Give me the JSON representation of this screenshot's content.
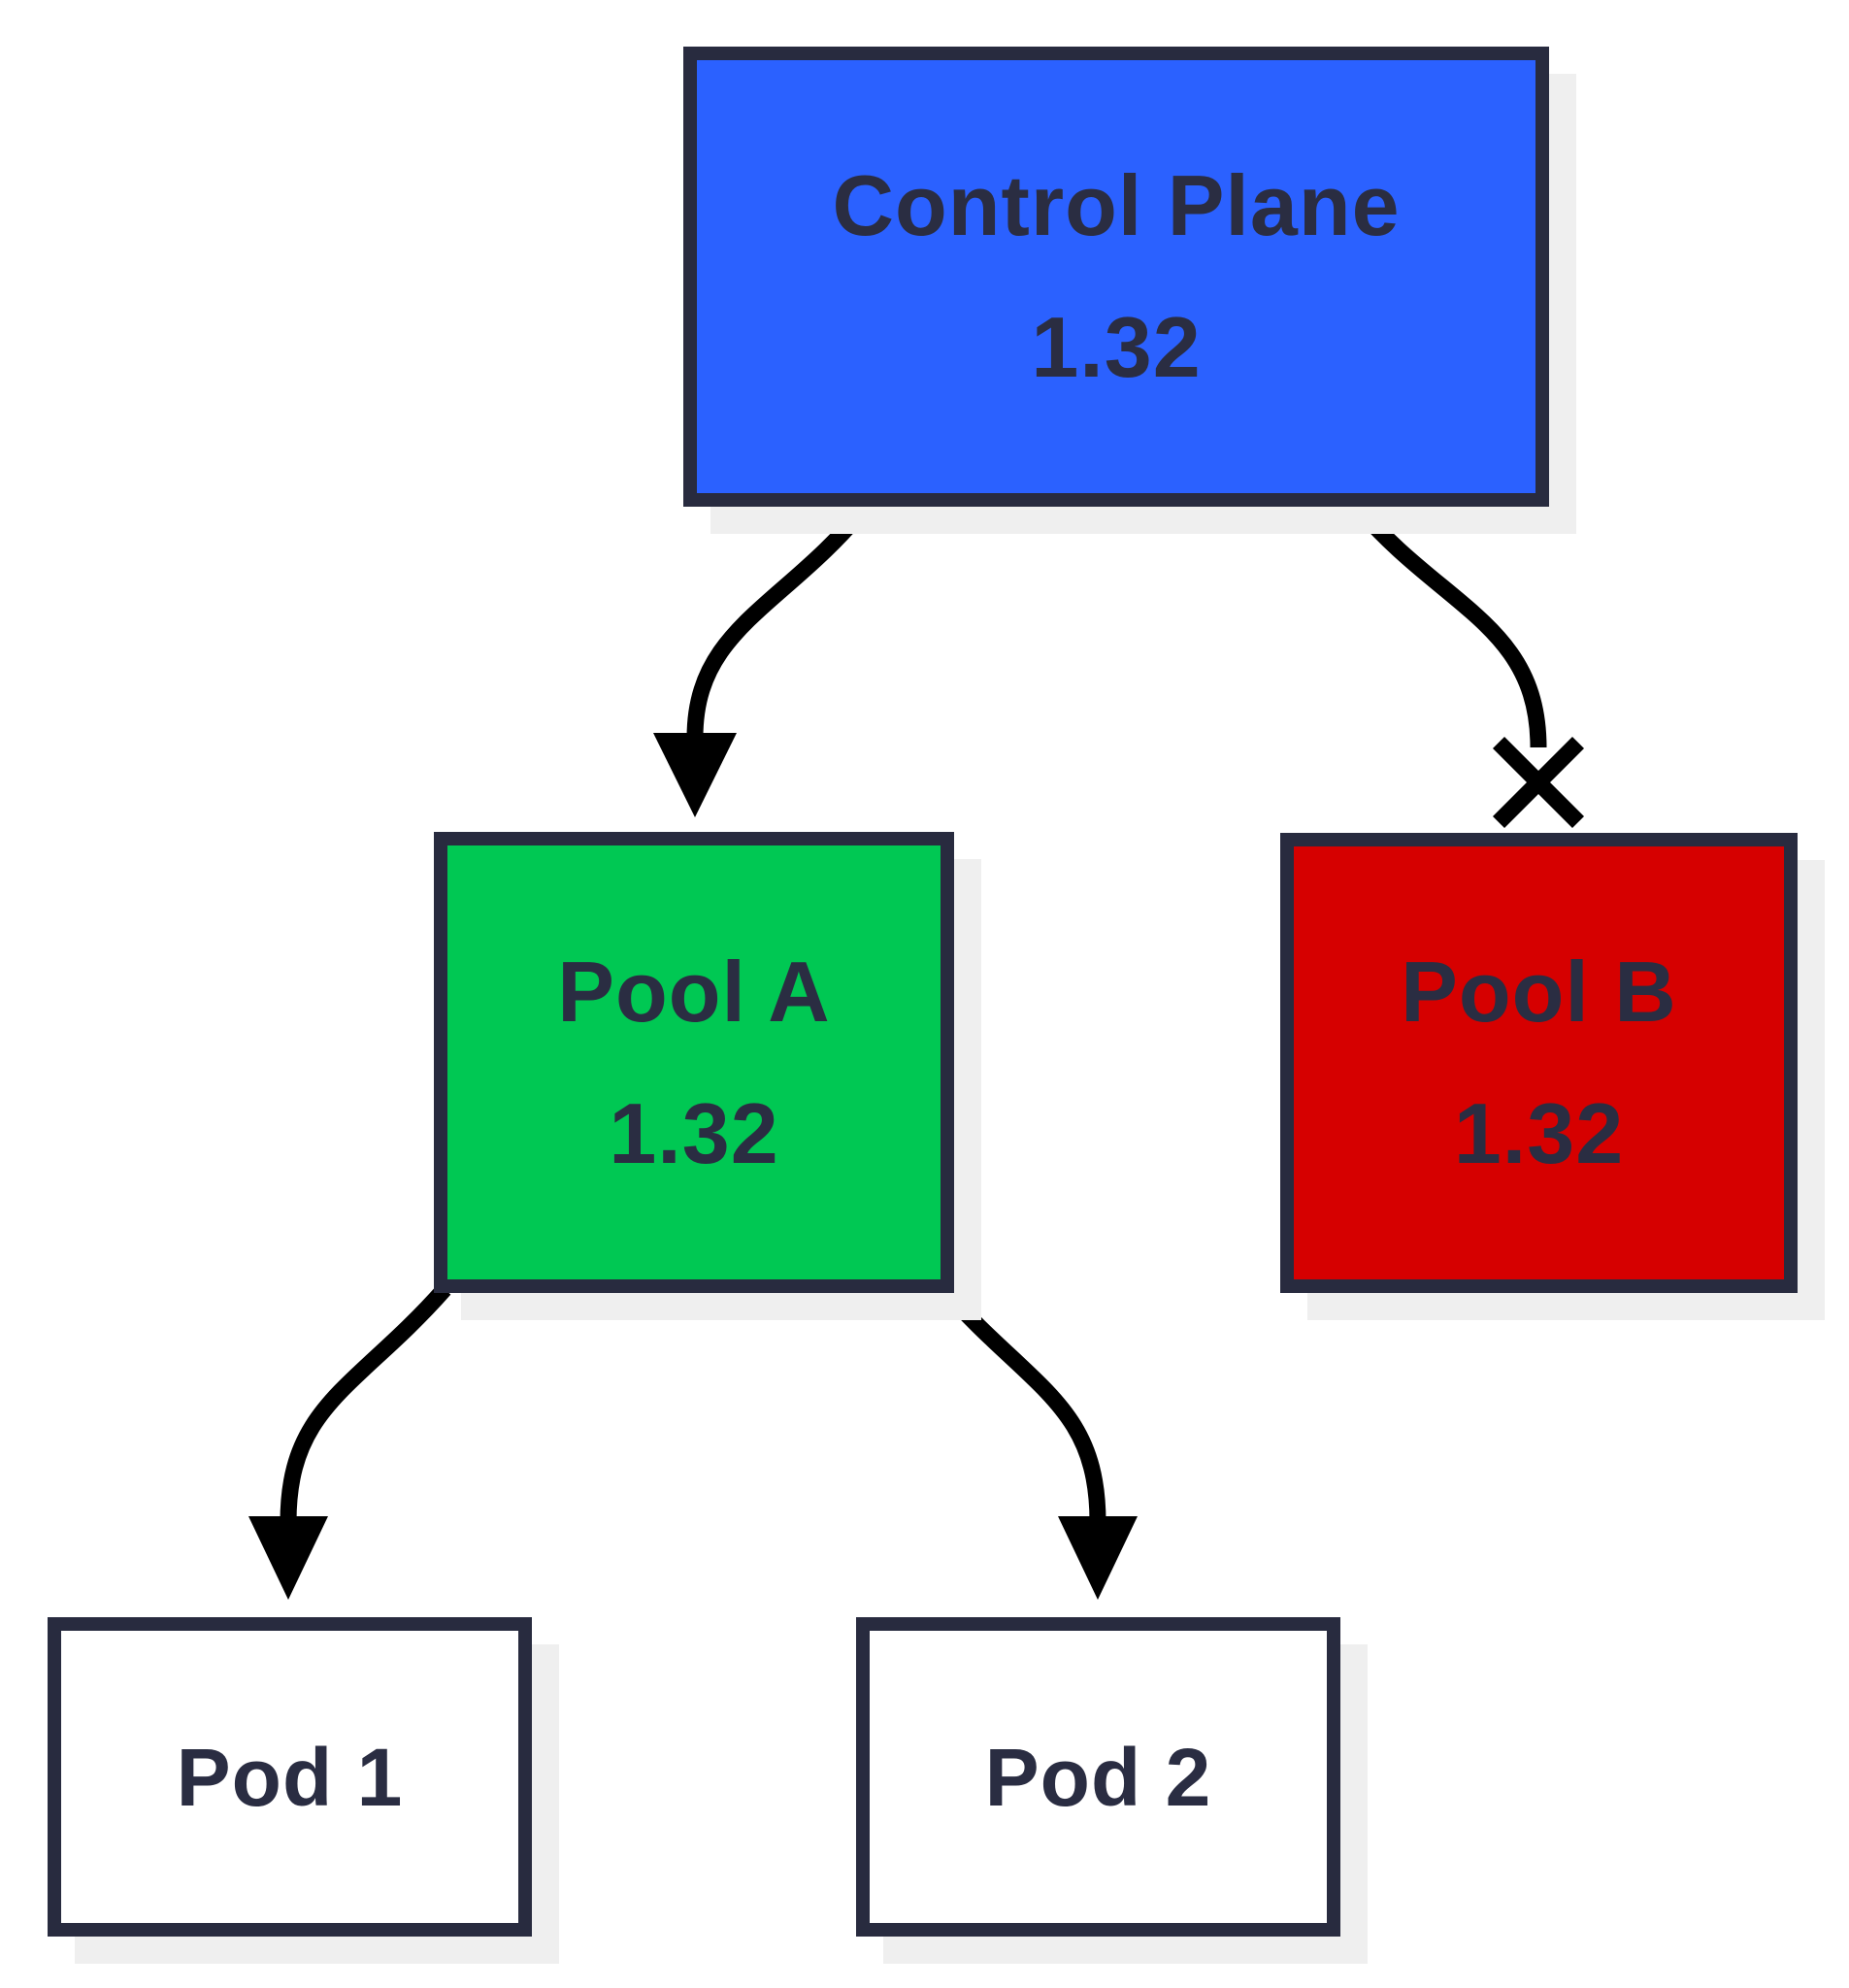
{
  "diagram": {
    "type": "flowchart",
    "description": "Cluster version tree: control plane with two node pools, Pool A accepted (arrow) feeding two pods, Pool B blocked (x terminator)",
    "nodes": [
      {
        "id": "control-plane",
        "label": "Control Plane",
        "version": "1.32",
        "fill": "#2B61FF"
      },
      {
        "id": "pool-a",
        "label": "Pool A",
        "version": "1.32",
        "fill": "#00C853"
      },
      {
        "id": "pool-b",
        "label": "Pool B",
        "version": "1.32",
        "fill": "#D60000"
      },
      {
        "id": "pod-1",
        "label": "Pod 1",
        "fill": "#FFFFFF"
      },
      {
        "id": "pod-2",
        "label": "Pod 2",
        "fill": "#FFFFFF"
      }
    ],
    "edges": [
      {
        "from": "control-plane",
        "to": "pool-a",
        "terminal": "arrowhead"
      },
      {
        "from": "control-plane",
        "to": "pool-b",
        "terminal": "x-blocked"
      },
      {
        "from": "pool-a",
        "to": "pod-1",
        "terminal": "arrowhead"
      },
      {
        "from": "pool-a",
        "to": "pod-2",
        "terminal": "arrowhead"
      }
    ],
    "colors": {
      "border": "#282B3F",
      "text": "#2A2D42",
      "shadow": "#EFEFEF",
      "line": "#000000",
      "background": "#FFFFFF"
    }
  }
}
